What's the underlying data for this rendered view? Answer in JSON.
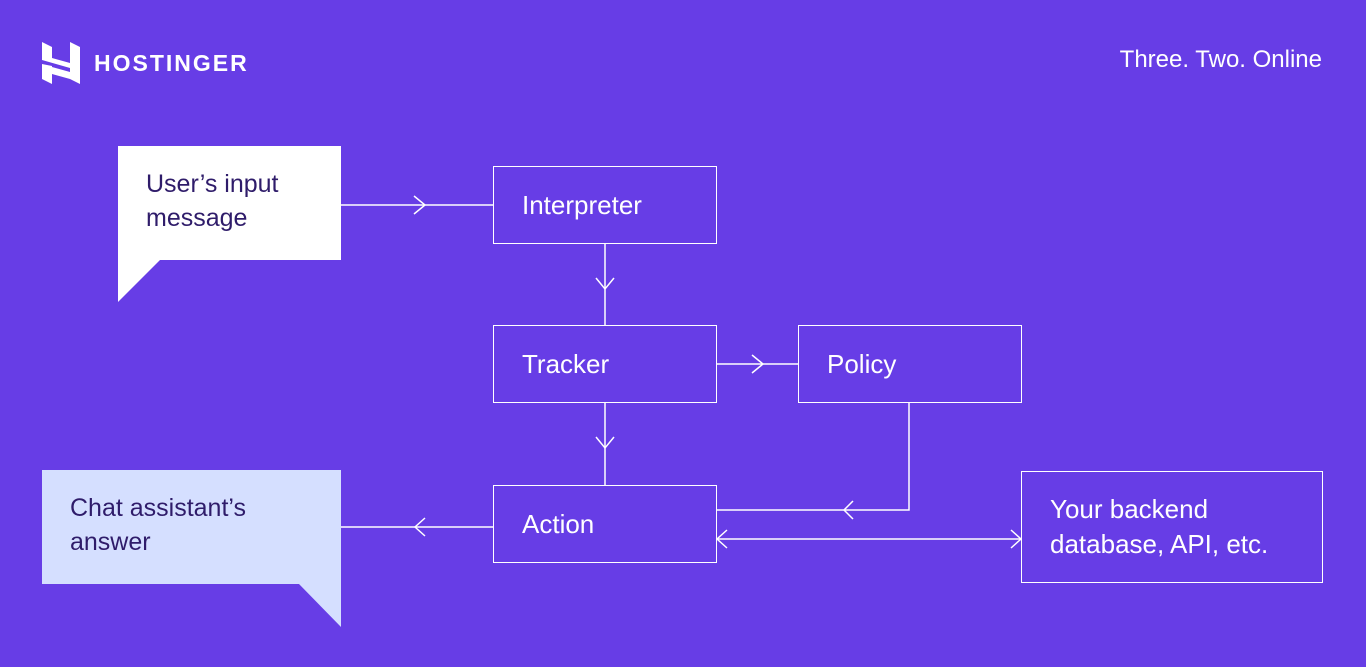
{
  "brand": {
    "name": "HOSTINGER",
    "tagline": "Three. Two. Online"
  },
  "colors": {
    "background": "#673DE6",
    "user_bubble": "#FFFFFF",
    "assistant_bubble": "#D5DFFF",
    "bubble_text": "#2F1C6A",
    "line": "#FFFFFF"
  },
  "icons": [
    "hostinger-logo-icon",
    "arrowhead-icon"
  ],
  "diagram": {
    "user_input": {
      "line1": "User’s input",
      "line2": "message"
    },
    "assistant_answer": {
      "line1": "Chat assistant’s",
      "line2": "answer"
    },
    "nodes": {
      "interpreter": "Interpreter",
      "tracker": "Tracker",
      "policy": "Policy",
      "action": "Action",
      "backend_line1": "Your backend",
      "backend_line2": "database, API, etc."
    },
    "edges": [
      {
        "from": "user_input",
        "to": "interpreter"
      },
      {
        "from": "interpreter",
        "to": "tracker"
      },
      {
        "from": "tracker",
        "to": "policy"
      },
      {
        "from": "tracker",
        "to": "action"
      },
      {
        "from": "policy",
        "to": "action"
      },
      {
        "from": "action",
        "to": "assistant_answer"
      },
      {
        "from": "action",
        "to": "backend",
        "bidirectional": true
      }
    ]
  }
}
